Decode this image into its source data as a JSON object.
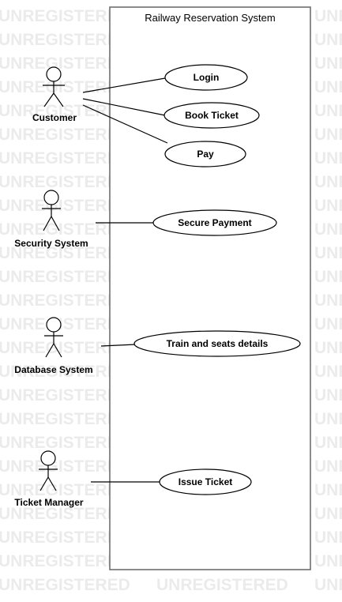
{
  "watermark": "UNREGISTERED",
  "system": {
    "title": "Railway Reservation System"
  },
  "actors": {
    "customer": "Customer",
    "security": "Security System",
    "database": "Database System",
    "ticket_manager": "Ticket Manager"
  },
  "use_cases": {
    "login": "Login",
    "book_ticket": "Book Ticket",
    "pay": "Pay",
    "secure_payment": "Secure Payment",
    "train_details": "Train and seats details",
    "issue_ticket": "Issue Ticket"
  },
  "colors": {
    "line": "#000000",
    "watermark": "#ebebeb",
    "background": "#ffffff"
  }
}
